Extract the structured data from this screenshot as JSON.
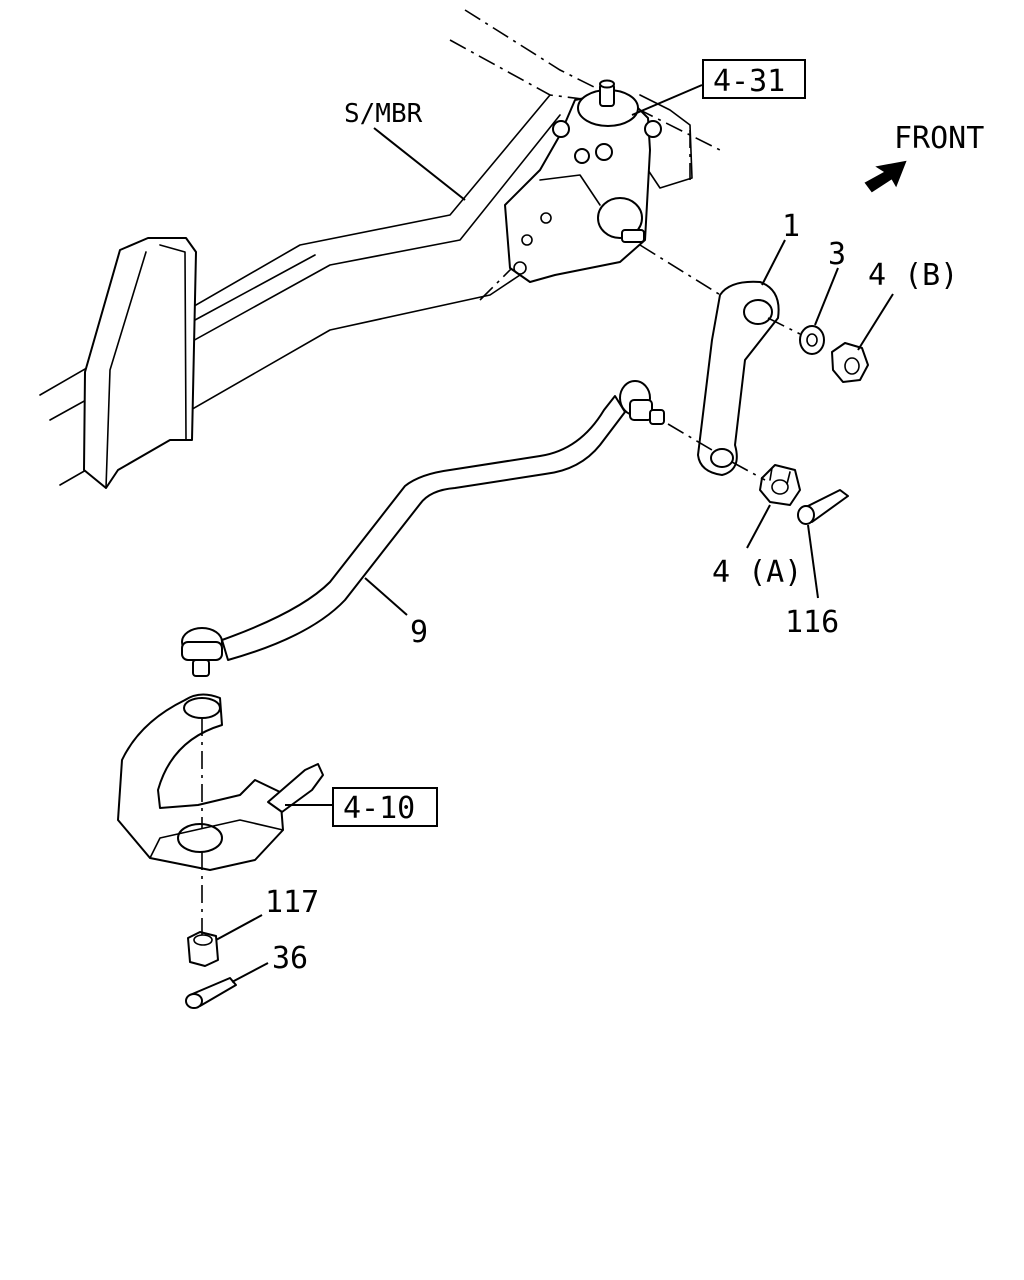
{
  "labels": {
    "front": "FRONT",
    "s_mbr": "S/MBR",
    "ref_4_31": "4-31",
    "ref_4_10": "4-10",
    "part_1": "1",
    "part_3": "3",
    "part_4b": "4 (B)",
    "part_4a": "4 (A)",
    "part_9": "9",
    "part_116": "116",
    "part_117": "117",
    "part_36": "36"
  }
}
